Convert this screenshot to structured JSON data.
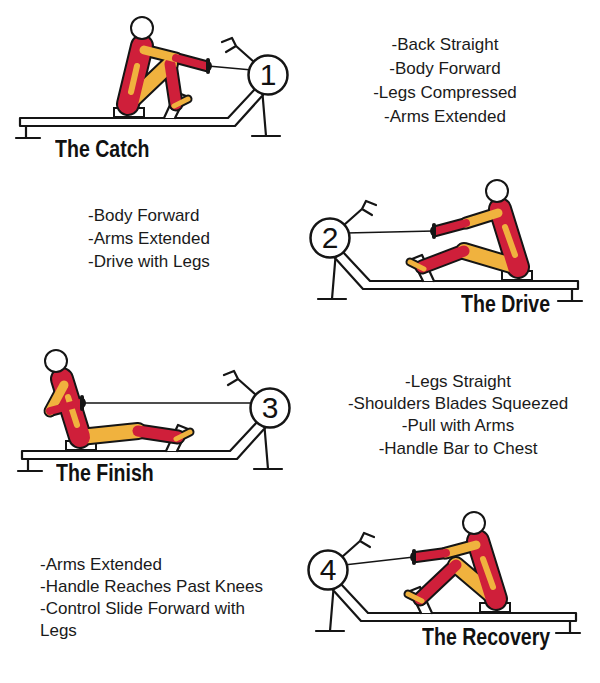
{
  "diagram": {
    "nodes": [
      {
        "text": [
          "1"
        ]
      },
      {
        "text": [
          "2"
        ]
      },
      {
        "text": [
          "3"
        ]
      },
      {
        "text": [
          "4"
        ]
      }
    ],
    "labels": [
      "-Back Straight",
      "-Body Forward",
      "-Legs Compressed",
      "-Arms Extended",
      "The Catch",
      "-Body Forward",
      "-Arms Extended",
      "-Drive with Legs",
      "The Drive",
      "-Legs Straight",
      "-Shoulders Blades Squeezed",
      "-Pull with Arms",
      "-Handle Bar to Chest",
      "The Finish",
      "-Arms Extended",
      "-Handle Reaches Past Knees",
      "-Control Slide Forward with Legs",
      "The Recovery"
    ]
  }
}
